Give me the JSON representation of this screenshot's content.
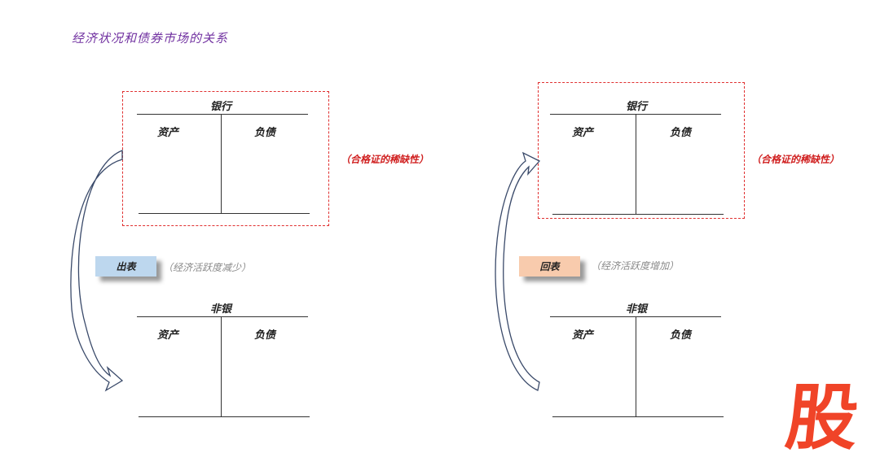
{
  "title": "经济状况和债券市场的关系",
  "left": {
    "bank": {
      "title": "银行",
      "assets": "资产",
      "liabilities": "负债"
    },
    "nonbank": {
      "title": "非银",
      "assets": "资产",
      "liabilities": "负债"
    },
    "note": "（合格证的稀缺性）",
    "badge": "出表",
    "badge_note": "（经济活跃度减少）",
    "badge_color": "#bdd7ee"
  },
  "right": {
    "bank": {
      "title": "银行",
      "assets": "资产",
      "liabilities": "负债"
    },
    "nonbank": {
      "title": "非银",
      "assets": "资产",
      "liabilities": "负债"
    },
    "note": "（合格证的稀缺性）",
    "badge": "回表",
    "badge_note": "（经济活跃度增加）",
    "badge_color": "#f8cbad"
  },
  "logo": "股"
}
